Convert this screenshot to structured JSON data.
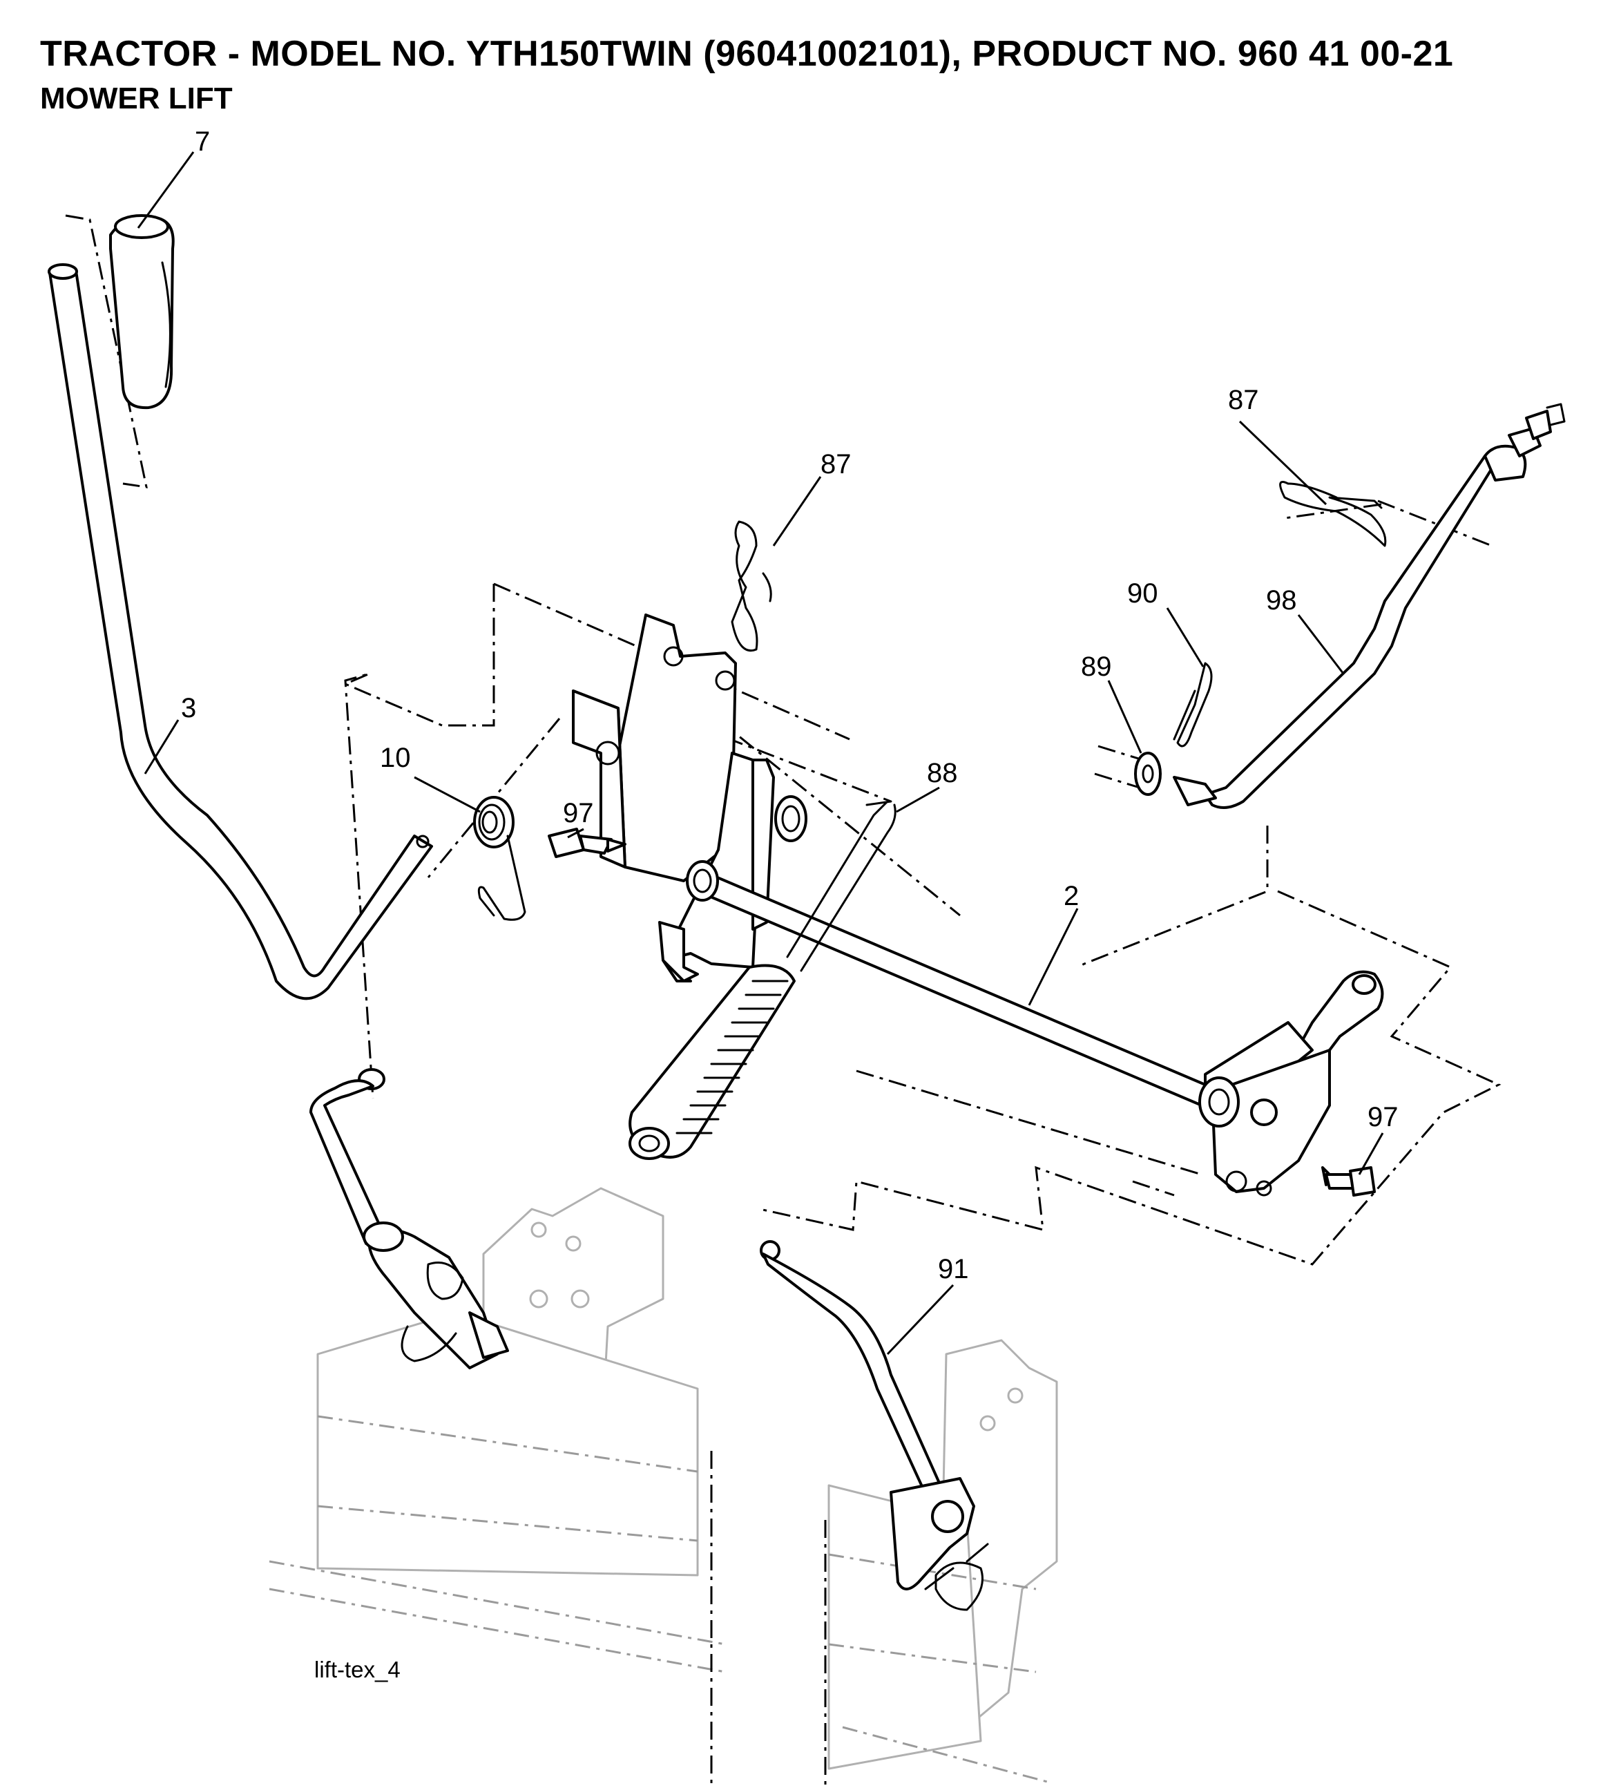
{
  "header": {
    "title": "TRACTOR - MODEL NO. YTH150TWIN (96041002101), PRODUCT NO. 960 41 00-21",
    "subtitle": "MOWER LIFT"
  },
  "caption": "lift-tex_4",
  "callouts": [
    "7",
    "3",
    "87",
    "87",
    "90",
    "89",
    "98",
    "10",
    "97",
    "88",
    "2",
    "97",
    "91"
  ]
}
